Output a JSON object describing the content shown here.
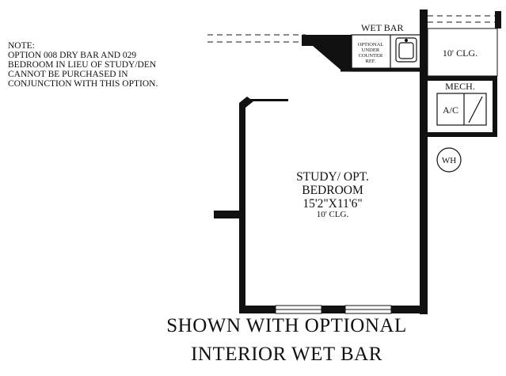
{
  "note": {
    "text": "NOTE:\nOPTION 008 DRY BAR AND 029\nBEDROOM IN LIEU OF STUDY/DEN\nCANNOT BE PURCHASED IN\nCONJUNCTION WITH THIS OPTION."
  },
  "rooms": {
    "wet_bar": "WET BAR",
    "optional_fridge": [
      "OPTIONAL",
      "UNDER",
      "COUNTER",
      "REF."
    ],
    "ceiling_upper": "10' CLG.",
    "mech": "MECH.",
    "ac": "A/C",
    "wh": "WH",
    "study": {
      "line1": "STUDY/ OPT.",
      "line2": "BEDROOM",
      "dims": "15'2\"X11'6\"",
      "ceiling": "10' CLG."
    }
  },
  "caption": {
    "line1": "SHOWN WITH OPTIONAL",
    "line2": "INTERIOR WET BAR"
  }
}
